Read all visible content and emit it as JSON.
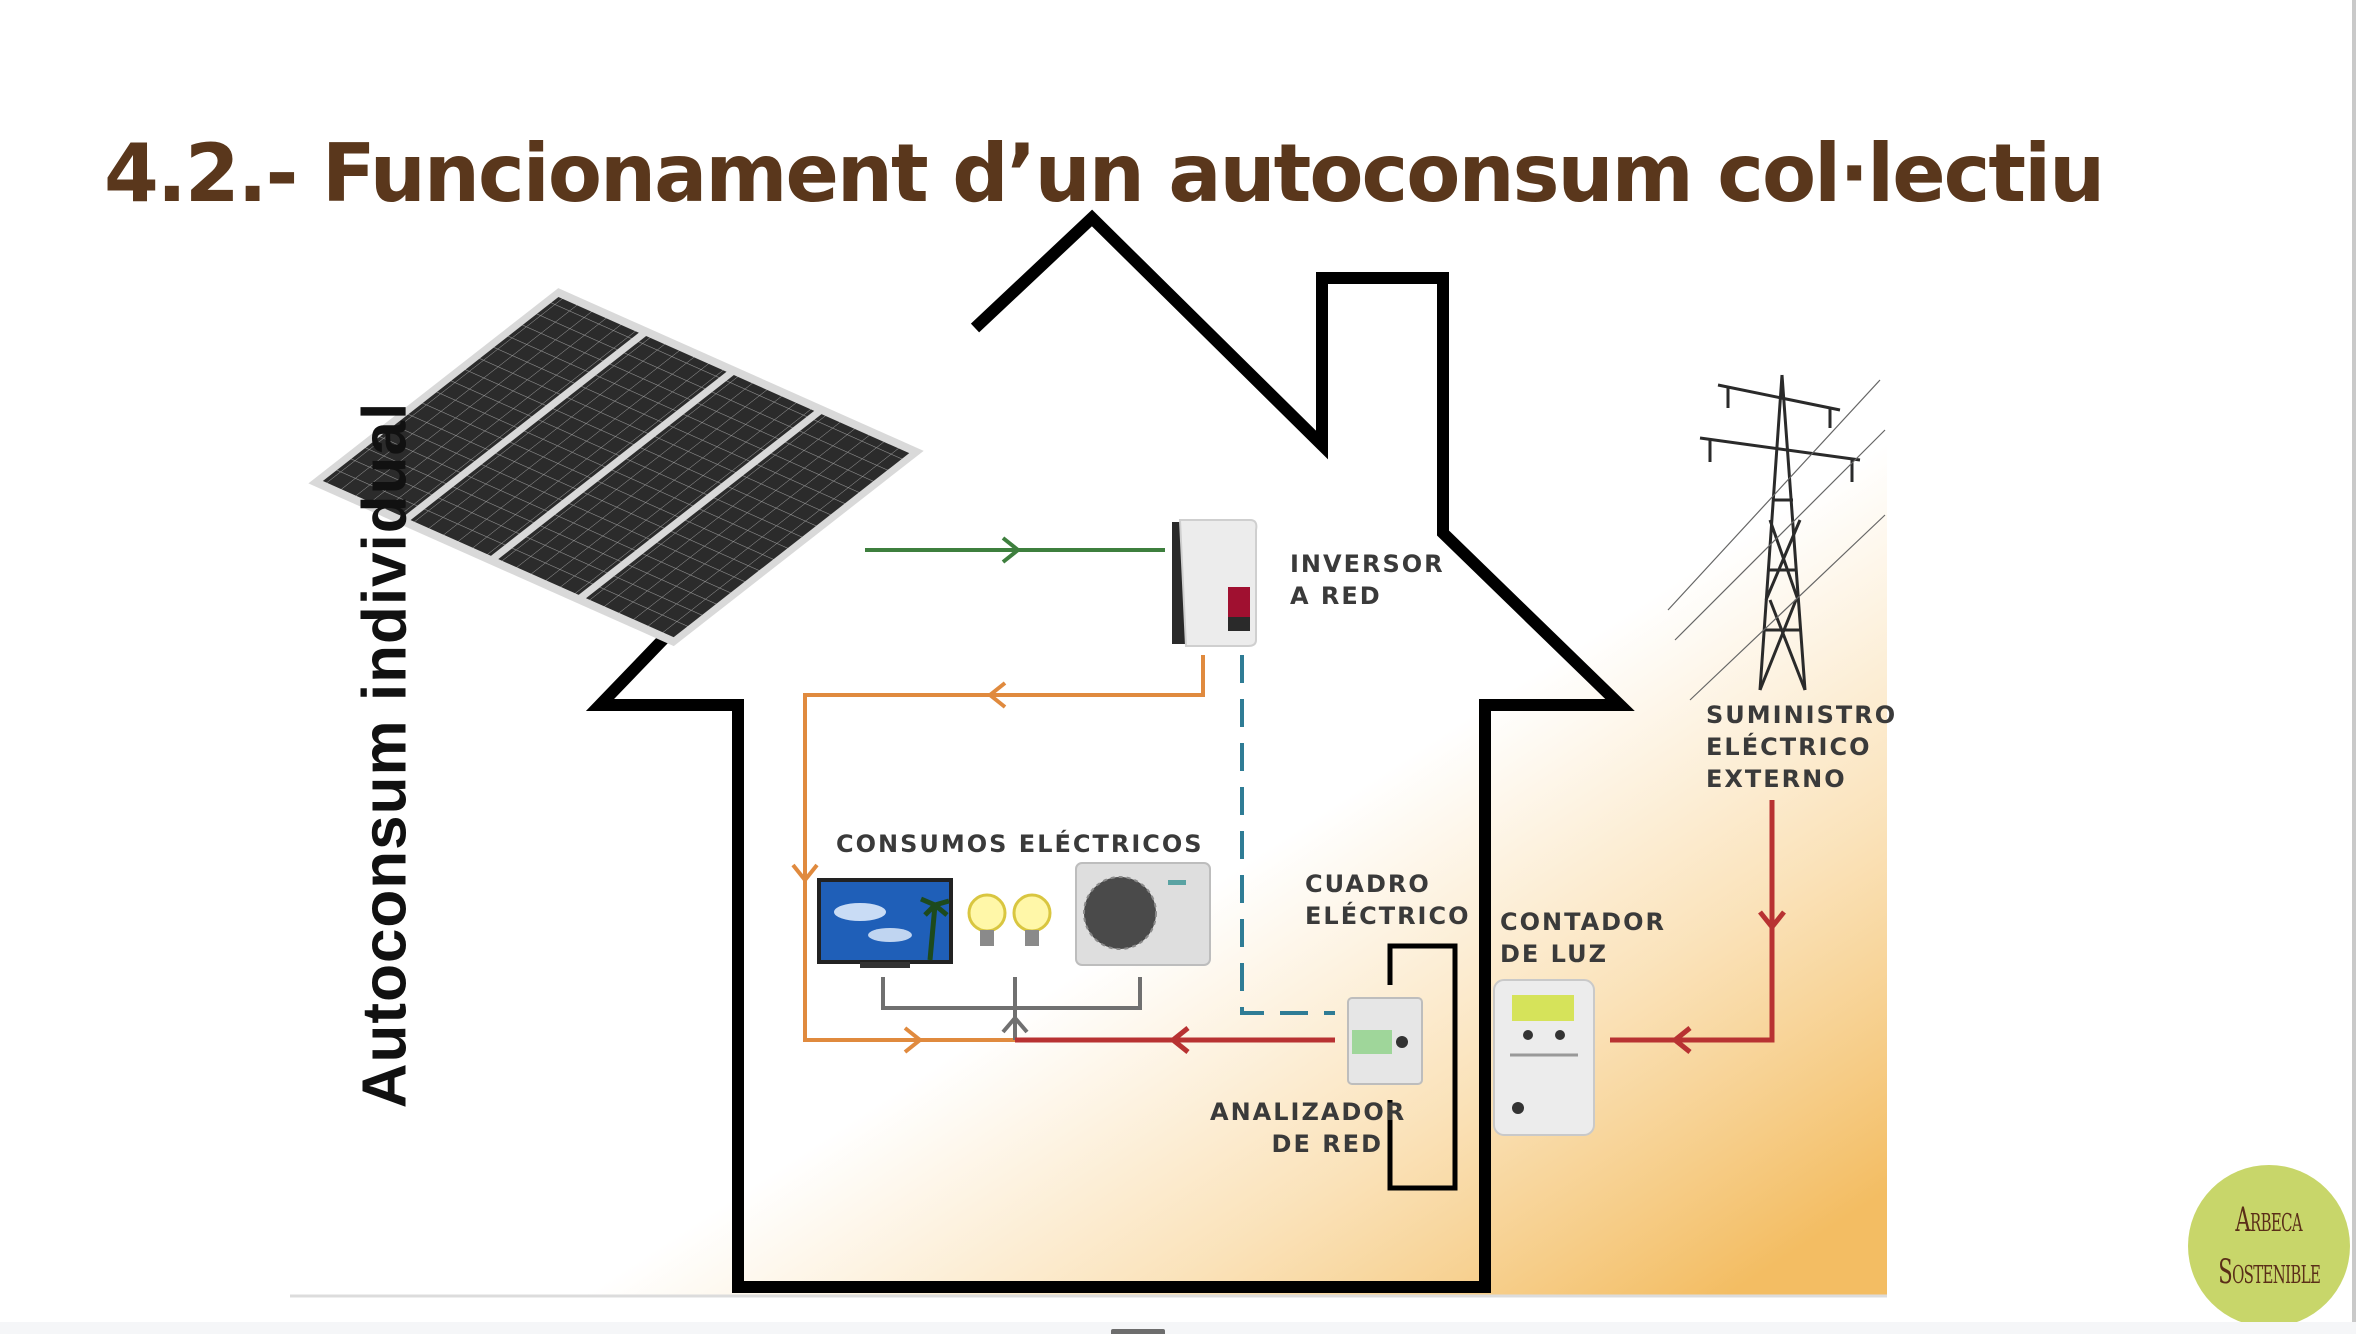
{
  "slide": {
    "title": "4.2.- Funcionament d’un autoconsum col·lectiu",
    "vertical_label": "Autoconsum individual",
    "title_color": "#5A371C"
  },
  "diagram": {
    "inverter_label": [
      "INVERSOR",
      "A RED"
    ],
    "consumption_label": "CONSUMOS ELÉCTRICOS",
    "panel_board_label": [
      "CUADRO",
      "ELÉCTRICO"
    ],
    "meter_label": [
      "CONTADOR",
      "DE LUZ"
    ],
    "analyzer_label": [
      "ANALIZADOR",
      "DE RED"
    ],
    "grid_supply_label": [
      "SUMINISTRO",
      "ELÉCTRICO",
      "EXTERNO"
    ],
    "colors": {
      "solar_flow": "#3E7F3E",
      "self_consumption_flow": "#E08A3E",
      "grid_flow": "#B83232",
      "data_link": "#2F7C95",
      "load_bus": "#707070",
      "background_gradient_end": "#F3BD63"
    },
    "icons": [
      "solar-panel-icon",
      "inverter-icon",
      "tv-icon",
      "light-bulb-icon",
      "air-conditioner-icon",
      "network-analyzer-icon",
      "electricity-meter-icon",
      "power-tower-icon"
    ]
  },
  "logo": {
    "line1": "Arbeca",
    "line2": "Sostenible",
    "color": "#C8D66A"
  }
}
